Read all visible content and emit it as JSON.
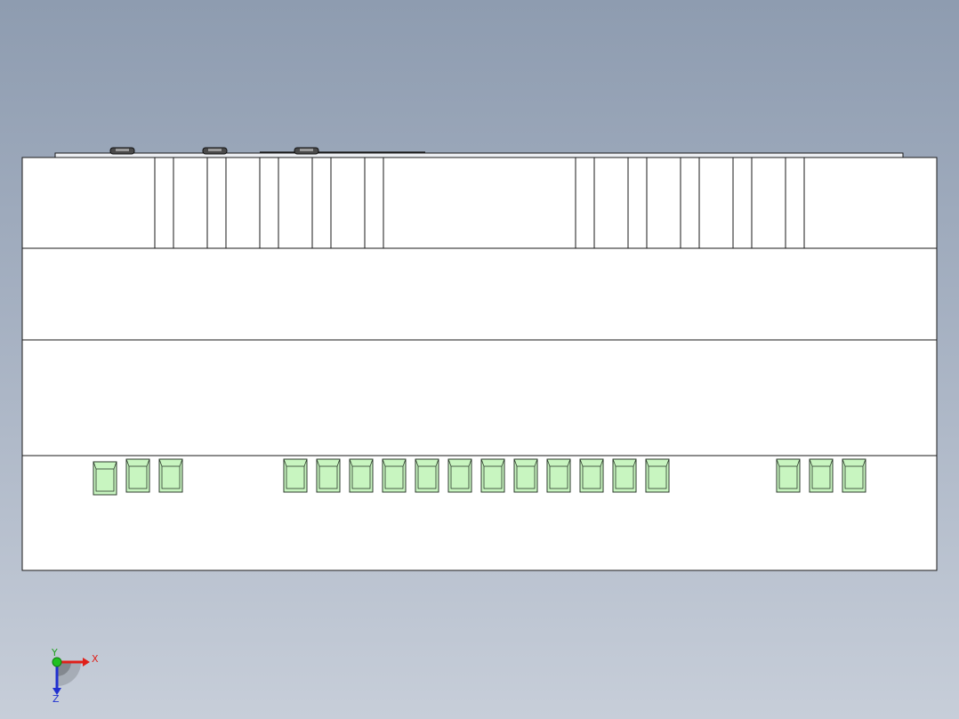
{
  "viewport": {
    "background_top": "#8e9cb0",
    "background_bottom": "#c7ced9"
  },
  "model": {
    "body_fill": "#ffffff",
    "edge_color": "#1a1a1a",
    "top_plate_fill": "#eceef2",
    "led_fill": "#c8f5c0",
    "led_edge": "#2b3a2b",
    "knob_fill": "#555555"
  },
  "triad": {
    "x_label": "X",
    "y_label": "Y",
    "z_label": "Z",
    "x_color": "#e0201a",
    "y_color": "#20c020",
    "z_color": "#2030d0"
  }
}
